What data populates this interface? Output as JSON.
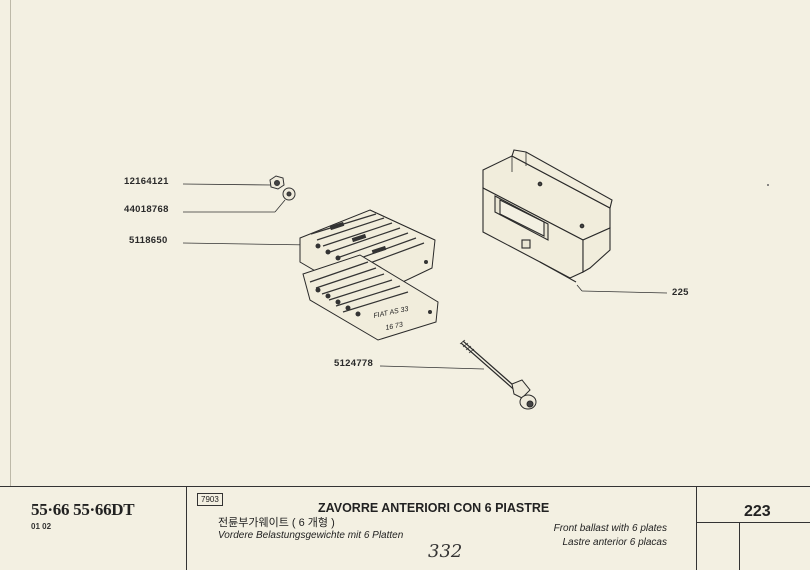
{
  "parts": {
    "p1": "12164121",
    "p2": "44018768",
    "p3": "5118650",
    "p4": "5124778",
    "p5": "225"
  },
  "casting_marks": {
    "line1": "FIAT AS 33",
    "line2": "16 73"
  },
  "footer": {
    "models": "55·66  55·66DT",
    "model_codes": "01  02",
    "code": "7903",
    "title_it": "ZAVORRE ANTERIORI CON 6 PIASTRE",
    "title_kr": "전륜부가웨이트 ( 6 개형 )",
    "title_de": "Vordere Belastungsgewichte mit 6 Platten",
    "title_en": "Front ballast with 6 plates",
    "title_es": "Lastre anterior 6 placas",
    "page_number": "223",
    "handwritten": "332"
  }
}
